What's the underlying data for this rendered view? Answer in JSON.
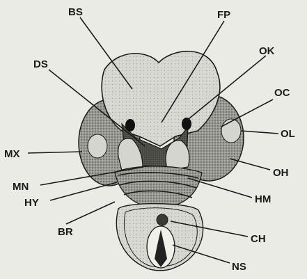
{
  "figure": {
    "labels": {
      "bs": "BS",
      "fp": "FP",
      "ds": "DS",
      "ok": "OK",
      "oc": "OC",
      "ol": "OL",
      "mx": "MX",
      "oh": "OH",
      "mn": "MN",
      "hy": "HY",
      "hm": "HM",
      "ch": "CH",
      "br": "BR",
      "ns": "NS"
    }
  },
  "colors": {
    "background": "#ebebe6",
    "ink": "#1a1a1a",
    "light_tissue": "#dcdcd6",
    "mid_tissue": "#a9a9a3",
    "dark_tissue": "#4a4a46"
  }
}
